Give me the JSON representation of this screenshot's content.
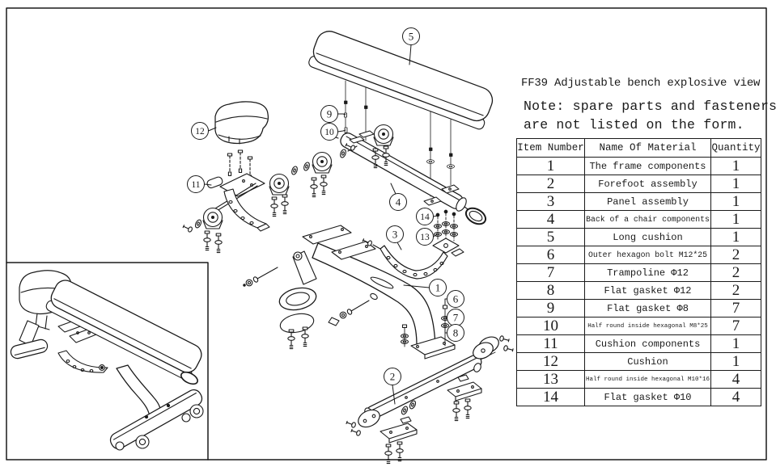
{
  "page": {
    "title": "FF39 Adjustable bench explosive view",
    "note_line1": "Note: spare parts and fasteners",
    "note_line2": "are not listed on the form."
  },
  "colors": {
    "ink": "#1a1a1a",
    "background": "#ffffff"
  },
  "table": {
    "headers": {
      "item": "Item Number",
      "name": "Name Of Material",
      "qty": "Quantity"
    },
    "rows": [
      {
        "item": "1",
        "name": "The frame components",
        "qty": "1"
      },
      {
        "item": "2",
        "name": "Forefoot assembly",
        "qty": "1"
      },
      {
        "item": "3",
        "name": "Panel assembly",
        "qty": "1"
      },
      {
        "item": "4",
        "name": "Back of a chair components",
        "qty": "1"
      },
      {
        "item": "5",
        "name": "Long cushion",
        "qty": "1"
      },
      {
        "item": "6",
        "name": "Outer hexagon bolt M12*25",
        "qty": "2"
      },
      {
        "item": "7",
        "name": "Trampoline Φ12",
        "qty": "2"
      },
      {
        "item": "8",
        "name": "Flat gasket Φ12",
        "qty": "2"
      },
      {
        "item": "9",
        "name": "Flat gasket Φ8",
        "qty": "7"
      },
      {
        "item": "10",
        "name": "Half round inside hexagonal M8*25",
        "qty": "7"
      },
      {
        "item": "11",
        "name": "Cushion components",
        "qty": "1"
      },
      {
        "item": "12",
        "name": "Cushion",
        "qty": "1"
      },
      {
        "item": "13",
        "name": "Half round inside hexagonal M10*16",
        "qty": "4"
      },
      {
        "item": "14",
        "name": "Flat gasket Φ10",
        "qty": "4"
      }
    ]
  },
  "callouts": [
    "5",
    "9",
    "10",
    "12",
    "11",
    "4",
    "14",
    "13",
    "3",
    "1",
    "6",
    "7",
    "8",
    "2"
  ]
}
